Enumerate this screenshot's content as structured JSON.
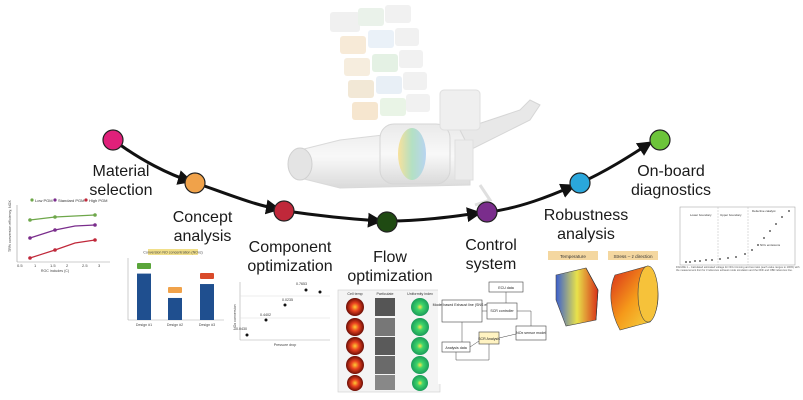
{
  "stages": [
    {
      "id": "material-selection",
      "label": "Material\nselection",
      "color": "#e0207a"
    },
    {
      "id": "concept-analysis",
      "label": "Concept\nanalysis",
      "color": "#f0a24a"
    },
    {
      "id": "component-optimization",
      "label": "Component\noptimization",
      "color": "#c0283a"
    },
    {
      "id": "flow-optimization",
      "label": "Flow\noptimization",
      "color": "#1f4a12"
    },
    {
      "id": "control-system",
      "label": "Control\nsystem",
      "color": "#7a2d8c"
    },
    {
      "id": "robustness-analysis",
      "label": "Robustness\nanalysis",
      "color": "#2aa7dc"
    },
    {
      "id": "on-board-diagnostics",
      "label": "On-board\ndiagnostics",
      "color": "#6cc43a"
    }
  ],
  "thumbnails": {
    "material": {
      "legend": [
        "Low PGM",
        "Standard PGM",
        "High PGM"
      ],
      "ylabel": "TR% conversion efficiency, NOX",
      "xlabel": "ROC includes (C)",
      "ticks": [
        "0.5",
        "1",
        "1.5",
        "2",
        "2.5",
        "3"
      ]
    },
    "concept": {
      "title": "Conversion NO concentration (NOxc)",
      "categories": [
        "Design #1",
        "Design #2",
        "Design #3"
      ],
      "values": [
        80,
        38,
        62
      ]
    },
    "component": {
      "xlabel": "Pressure drop",
      "ylabel": "NOx conversion",
      "point_labels": [
        "0.7653",
        "0.0235",
        "0.4402",
        "0.0430"
      ]
    },
    "flow": {
      "headers": [
        "Cell temp",
        "Particulate",
        "Uniformity index"
      ]
    },
    "control": {
      "boxes": [
        "ECU data",
        "Model based\nExhaust line\n(SNS etc.)",
        "SCR\ncontroller",
        "NOx sensor\nmodel",
        "Analysis data",
        "SCR\nAnalysis"
      ]
    },
    "robustness": {
      "panels": [
        "Temperature",
        "Stress – z direction"
      ]
    },
    "diagnostics": {
      "caption": "FIGURE 1 – Calculated estimated voltage for NOx trimming and test ratio (each value ranges to 100%) with the measurement limit for 3 reference exhaust mode simulation and the DNF and OBD reference line.",
      "labels": [
        "Lower boundary",
        "Upper boundary",
        "Defective catalyst",
        "NOx emissions"
      ]
    }
  }
}
